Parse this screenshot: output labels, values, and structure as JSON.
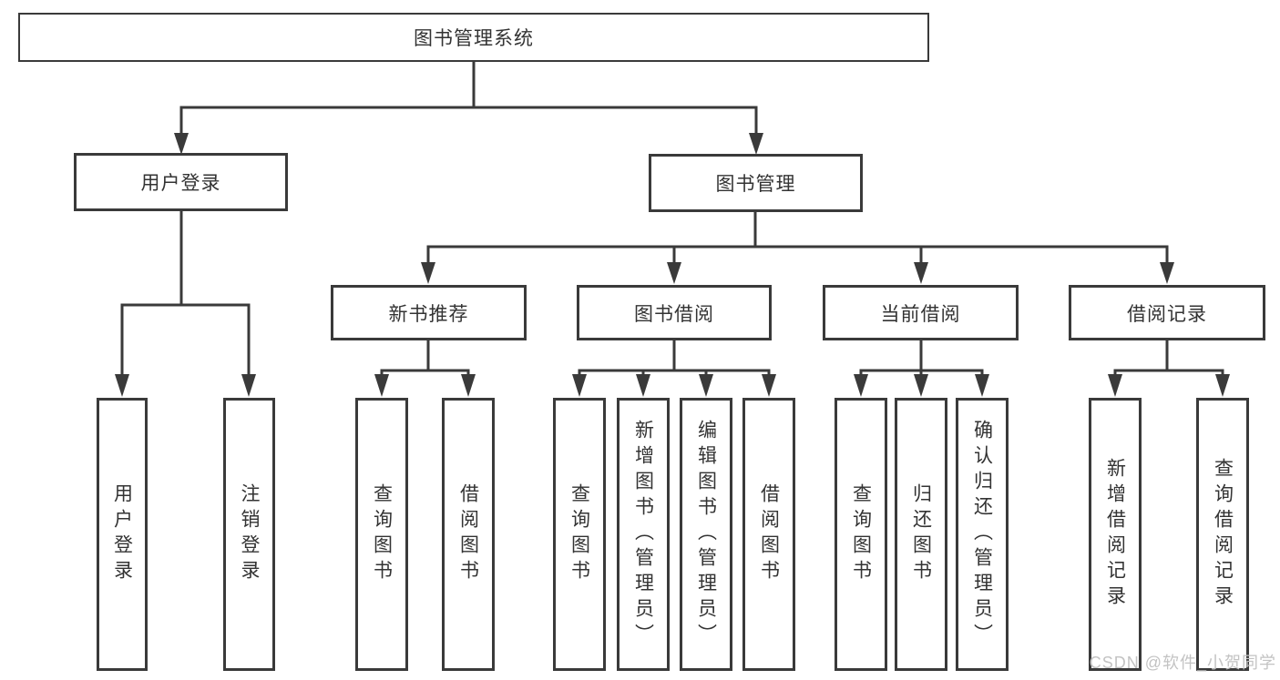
{
  "colors": {
    "line": "#3a3a3a",
    "text": "#333333",
    "watermark": "#c3c3c3",
    "bg": "#ffffff"
  },
  "nodes": {
    "root": "图书管理系统",
    "user_login": "用户登录",
    "book_management": "图书管理",
    "new_book_recommend": "新书推荐",
    "book_borrowing": "图书借阅",
    "current_borrowing": "当前借阅",
    "borrowing_records": "借阅记录",
    "leaves": {
      "user_login": "用户登录",
      "logout": "注销登录",
      "nbr_query_books": "查询图书",
      "nbr_borrow_books": "借阅图书",
      "bb_query_books": "查询图书",
      "bb_add_books_admin": "新增图书（管理员）",
      "bb_edit_books_admin": "编辑图书（管理员）",
      "bb_borrow_books": "借阅图书",
      "cb_query_books": "查询图书",
      "cb_return_books": "归还图书",
      "cb_confirm_return_admin": "确认归还（管理员）",
      "br_add_record": "新增借阅记录",
      "br_query_record": "查询借阅记录"
    }
  },
  "watermark": "CSDN @软件_小贺同学"
}
